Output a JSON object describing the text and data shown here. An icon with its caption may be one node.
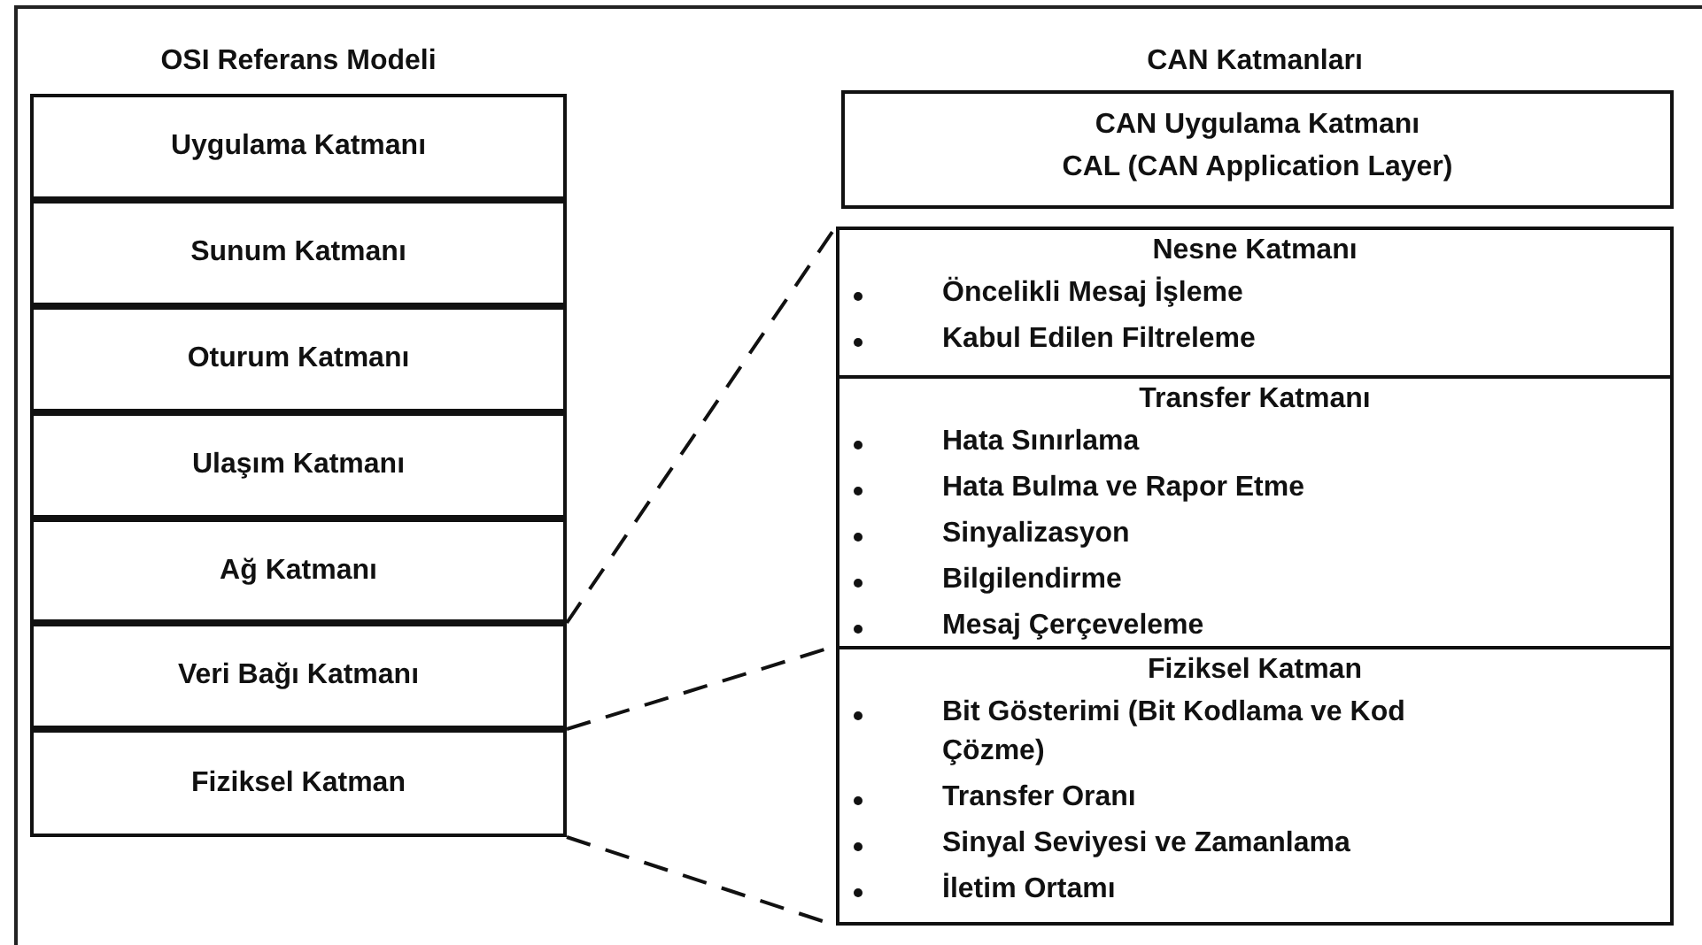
{
  "diagram": {
    "nodes": [
      {
        "text": [
          "Uygulama Katmanı"
        ]
      },
      {
        "text": [
          "Sunum Katmanı"
        ]
      },
      {
        "text": [
          "Oturum Katmanı"
        ]
      },
      {
        "text": [
          "Ulaşım Katmanı"
        ]
      },
      {
        "text": [
          "Ağ Katmanı"
        ]
      },
      {
        "text": [
          "Veri Bağı Katmanı"
        ]
      },
      {
        "text": [
          "Fiziksel Katman"
        ]
      },
      {
        "text": [
          "CAN Uygulama Katmanı",
          "CAL (CAN Application Layer)"
        ]
      },
      {
        "text": [
          "Nesne Katmanı",
          "Öncelikli Mesaj İşleme",
          "Kabul Edilen Filtreleme"
        ]
      },
      {
        "text": [
          "Transfer Katmanı",
          "Hata Sınırlama",
          "Hata Bulma ve Rapor Etme",
          "Sinyalizasyon",
          "Bilgilendirme",
          "Mesaj Çerçeveleme"
        ]
      },
      {
        "text": [
          "Fiziksel Katman",
          "Bit Gösterimi (Bit Kodlama ve Kod Çözme)",
          "Transfer Oranı",
          "Sinyal Seviyesi ve Zamanlama",
          "İletim Ortamı"
        ]
      }
    ],
    "edges": [
      {
        "from": 5,
        "to": 8,
        "arrow": "none",
        "style": "dashed"
      },
      {
        "from": 5,
        "to": 9,
        "arrow": "none",
        "style": "dashed"
      },
      {
        "from": 6,
        "to": 10,
        "arrow": "none",
        "style": "dashed"
      }
    ],
    "labels": [
      "OSI Referans Modeli",
      "CAN Katmanları"
    ]
  }
}
